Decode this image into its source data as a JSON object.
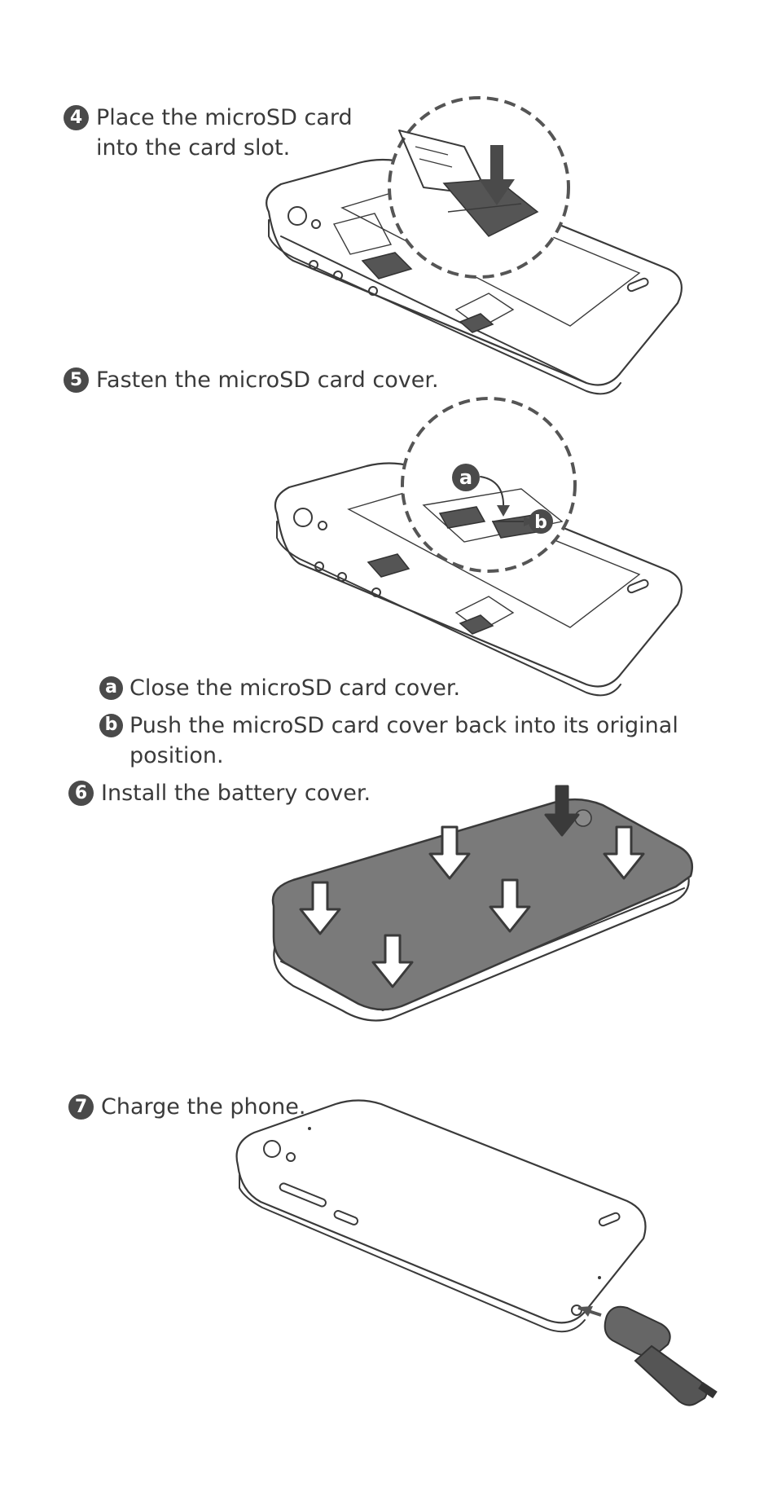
{
  "steps": [
    {
      "num": "4",
      "text": "Place the microSD card\ninto the card slot."
    },
    {
      "num": "5",
      "text": "Fasten the microSD card cover."
    },
    {
      "num": "6",
      "text": "Install the battery cover."
    },
    {
      "num": "7",
      "text": "Charge the phone."
    }
  ],
  "substeps": [
    {
      "letter": "a",
      "text": "Close the microSD card cover."
    },
    {
      "letter": "b",
      "text": "Push the microSD card cover back into its original\nposition."
    }
  ],
  "figure_labels": {
    "a": "a",
    "b": "b"
  },
  "colors": {
    "badge": "#4a4a4a",
    "text": "#3a3a3a",
    "battery_cover": "#7a7a7a"
  }
}
